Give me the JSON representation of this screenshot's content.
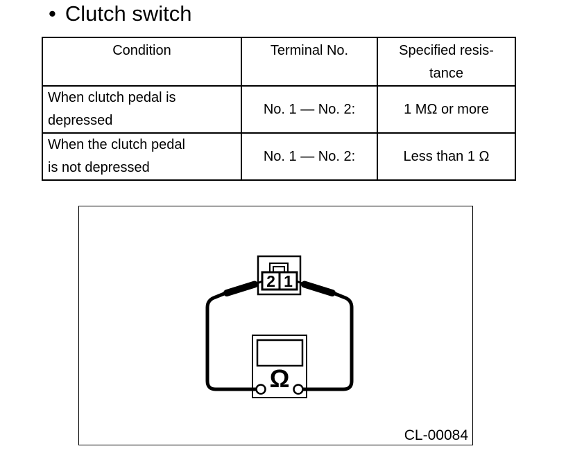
{
  "document": {
    "bullet": "•",
    "title": "Clutch switch"
  },
  "table": {
    "columns": [
      "Condition",
      "Terminal No.",
      "Specified resis-\ntance"
    ],
    "rows": [
      {
        "condition": "When clutch pedal is\ndepressed",
        "terminal": "No. 1 — No. 2:",
        "resistance": "1 MΩ or more"
      },
      {
        "condition": "When the clutch pedal\nis not depressed",
        "terminal": "No. 1 — No. 2:",
        "resistance": "Less than 1 Ω"
      }
    ]
  },
  "figure": {
    "connector_terminal_left": "2",
    "connector_terminal_right": "1",
    "meter_symbol": "Ω",
    "figure_code": "CL-00084"
  },
  "colors": {
    "ink": "#000000",
    "paper": "#ffffff"
  }
}
